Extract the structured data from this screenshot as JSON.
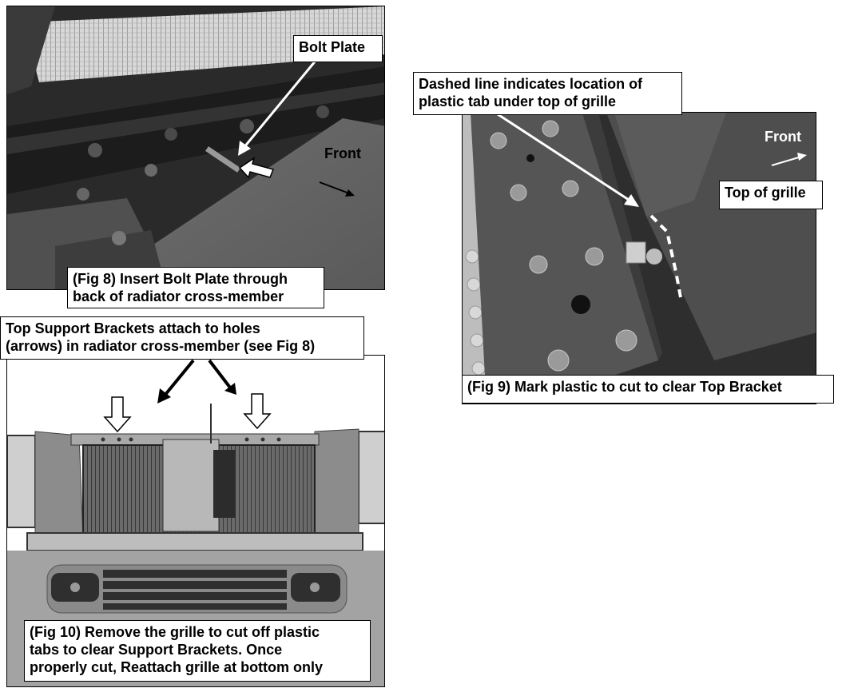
{
  "fig8": {
    "bolt_plate_label": "Bolt Plate",
    "front_label": "Front",
    "caption": "(Fig 8) Insert Bolt Plate through\nback of radiator cross-member"
  },
  "fig9": {
    "dashed_line_label": "Dashed line indicates location of\nplastic tab under top of grille",
    "front_label": "Front",
    "top_of_grille_label": "Top of grille",
    "caption": "(Fig 9) Mark plastic to cut to clear Top Bracket"
  },
  "fig10": {
    "support_brackets_label": "Top Support Brackets attach to holes\n(arrows) in radiator cross-member (see Fig 8)",
    "caption": "(Fig 10) Remove the grille to cut off plastic\ntabs to clear Support Brackets. Once\nproperly cut, Reattach grille at bottom only"
  }
}
